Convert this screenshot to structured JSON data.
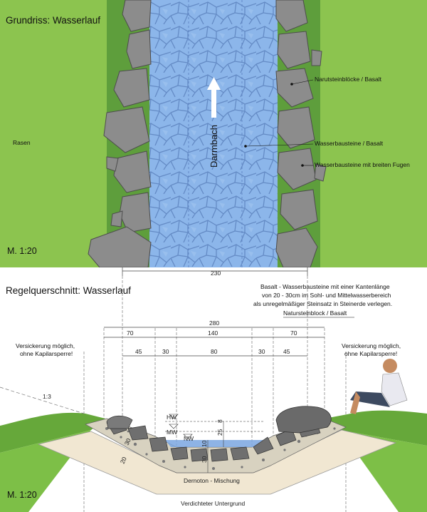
{
  "plan": {
    "title": "Grundriss: Wasserlauf",
    "scale": "M. 1:20",
    "lawn_label": "Rasen",
    "stream_name": "Darmbach",
    "callouts": [
      "Narutsteinblöcke / Basalt",
      "Wasserbausteine / Basalt",
      "Wasserbausteine mit breiten Fugen"
    ],
    "width_dim": "230"
  },
  "section": {
    "title": "Regelquerschnitt: Wasserlauf",
    "scale": "M. 1:20",
    "description_lines": [
      "Basalt - Wasserbausteine mit einer Kantenlänge",
      "von 20 - 30cm im Sohl- und Mittelwasserbereich",
      "als unregelmäßiger Steinsatz in  Steinerde verlegen."
    ],
    "natural_stone_label": "Natursteinblock / Basalt",
    "seepage_left": [
      "Versickerung möglich,",
      "ohne Kapilarsperre!"
    ],
    "seepage_right": [
      "Versickerung möglich,",
      "ohne Kapilarsperre!"
    ],
    "total_width": "280",
    "upper_dims": [
      "70",
      "140",
      "70"
    ],
    "lower_dims": [
      "45",
      "30",
      "80",
      "30",
      "45"
    ],
    "slope_label": "1:3",
    "water_levels": [
      "HW",
      "MW",
      "NW"
    ],
    "depth_labels": [
      "25",
      "8",
      "10",
      "30"
    ],
    "thickness_labels": [
      "30",
      "20"
    ],
    "clay_mix_label": "Dernoton - Mischung",
    "subsoil_label": "Verdichteter Untergrund"
  },
  "colors": {
    "lawn": "#8cc44f",
    "water": "#7aa6e0",
    "stone": "#8f8f8f",
    "clay": "#f1e7d2"
  }
}
